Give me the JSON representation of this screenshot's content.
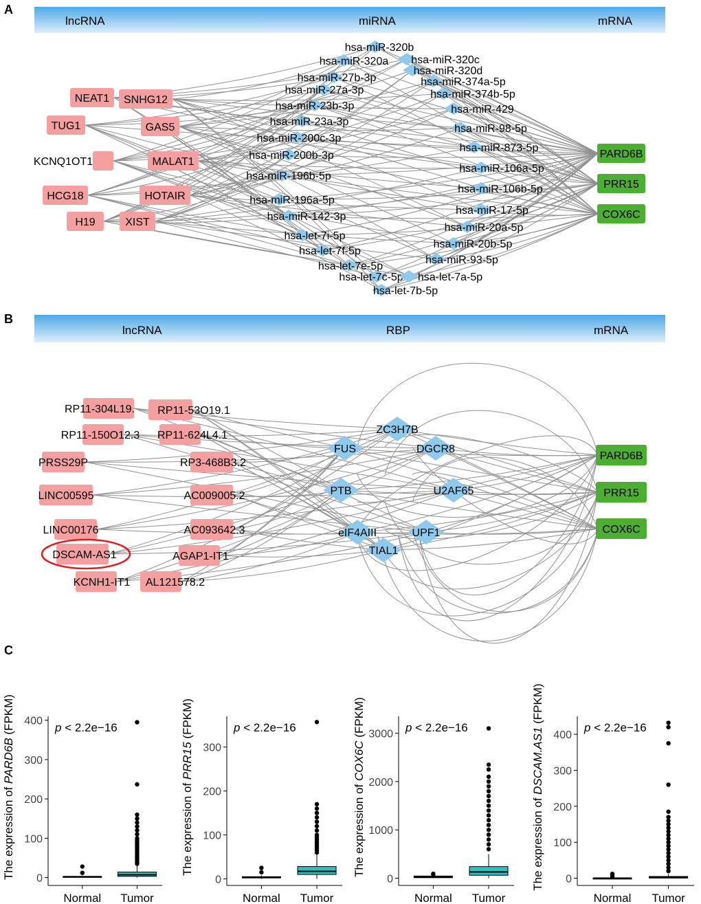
{
  "panel_a": {
    "letter": "A",
    "header": {
      "left": "lncRNA",
      "center": "miRNA",
      "right": "mRNA"
    },
    "lncrna": [
      "NEAT1",
      "SNHG12",
      "TUG1",
      "GAS5",
      "KCNQ1OT1",
      "MALAT1",
      "HCG18",
      "HOTAIR",
      "H19",
      "XIST"
    ],
    "mirna": [
      "hsa-miR-320b",
      "hsa-miR-320a",
      "hsa-miR-320c",
      "hsa-miR-320d",
      "hsa-miR-27b-3p",
      "hsa-miR-374a-5p",
      "hsa-miR-27a-3p",
      "hsa-miR-374b-5p",
      "hsa-miR-23b-3p",
      "hsa-miR-429",
      "hsa-miR-23a-3p",
      "hsa-miR-98-5p",
      "hsa-miR-200c-3p",
      "hsa-miR-200b-3p",
      "hsa-miR-873-5p",
      "hsa-miR-106a-5p",
      "hsa-miR-196b-5p",
      "hsa-miR-106b-5p",
      "hsa-miR-196a-5p",
      "hsa-miR-17-5p",
      "hsa-miR-142-3p",
      "hsa-miR-20a-5p",
      "hsa-let-7i-5p",
      "hsa-miR-20b-5p",
      "hsa-let-7f-5p",
      "hsa-miR-93-5p",
      "hsa-let-7e-5p",
      "hsa-let-7c-5p",
      "hsa-let-7a-5p",
      "hsa-let-7b-5p"
    ],
    "mrna": [
      "PARD6B",
      "PRR15",
      "COX6C"
    ]
  },
  "panel_b": {
    "letter": "B",
    "header": {
      "left": "lncRNA",
      "center": "RBP",
      "right": "mRNA"
    },
    "lncrna": [
      "RP11-304L19.",
      "RP11-53O19.1",
      "RP11-150O12.3",
      "RP11-624L4.1",
      "PRSS29P",
      "RP3-468B3.2",
      "LINC00595",
      "AC009005.2",
      "LINC00176",
      "AC093642.3",
      "DSCAM-AS1",
      "AGAP1-IT1",
      "KCNH1-IT1",
      "AL121578.2"
    ],
    "rbp": [
      "ZC3H7B",
      "FUS",
      "DGCR8",
      "PTB",
      "U2AF65",
      "eIF4AIII",
      "UPF1",
      "TIAL1"
    ],
    "mrna": [
      "PARD6B",
      "PRR15",
      "COX6C"
    ]
  },
  "panel_c": {
    "letter": "C",
    "category_labels": [
      "Normal",
      "Tumor"
    ],
    "chart_data": [
      {
        "type": "box",
        "gene": "PARD6B",
        "ylabel_prefix": "The expression of",
        "ylabel_suffix": "(FPKM)",
        "pvalue_label": "p < 2.2e−16",
        "categories": [
          "Normal",
          "Tumor"
        ],
        "yticks": [
          0,
          100,
          200,
          300,
          400
        ],
        "ylim": [
          -20,
          410
        ],
        "boxes": [
          {
            "q1": 1,
            "median": 2,
            "q3": 3,
            "whisker_low": 0,
            "whisker_high": 5,
            "outliers": [
              28,
              12
            ]
          },
          {
            "q1": 3,
            "median": 7,
            "q3": 14,
            "whisker_low": 0,
            "whisker_high": 30,
            "outliers": [
              395,
              237,
              160,
              150,
              140,
              130,
              120,
              110,
              100,
              95,
              90,
              85,
              80,
              75,
              70,
              65,
              60,
              55,
              50,
              45,
              40,
              35
            ]
          }
        ]
      },
      {
        "type": "box",
        "gene": "PRR15",
        "ylabel_prefix": "The expression of",
        "ylabel_suffix": "(FPKM)",
        "pvalue_label": "p < 2.2e−16",
        "categories": [
          "Normal",
          "Tumor"
        ],
        "yticks": [
          0,
          100,
          200,
          300
        ],
        "ylim": [
          -15,
          370
        ],
        "boxes": [
          {
            "q1": 2,
            "median": 3,
            "q3": 5,
            "whisker_low": 0,
            "whisker_high": 8,
            "outliers": [
              25,
              15
            ]
          },
          {
            "q1": 10,
            "median": 17,
            "q3": 28,
            "whisker_low": 0,
            "whisker_high": 55,
            "outliers": [
              357,
              170,
              160,
              150,
              140,
              130,
              120,
              110,
              100,
              95,
              90,
              85,
              80,
              75,
              70,
              65,
              60
            ]
          }
        ]
      },
      {
        "type": "box",
        "gene": "COX6C",
        "ylabel_prefix": "The expression of",
        "ylabel_suffix": "(FPKM)",
        "pvalue_label": "p < 2.2e−16",
        "categories": [
          "Normal",
          "Tumor"
        ],
        "yticks": [
          0,
          1000,
          2000,
          3000
        ],
        "ylim": [
          -150,
          3350
        ],
        "boxes": [
          {
            "q1": 10,
            "median": 25,
            "q3": 45,
            "whisker_low": 0,
            "whisker_high": 70,
            "outliers": [
              90,
              80
            ]
          },
          {
            "q1": 60,
            "median": 130,
            "q3": 240,
            "whisker_low": 0,
            "whisker_high": 500,
            "outliers": [
              3100,
              2350,
              2250,
              2100,
              2000,
              1900,
              1800,
              1700,
              1600,
              1500,
              1400,
              1300,
              1200,
              1100,
              1000,
              900,
              800,
              700,
              600
            ]
          }
        ]
      },
      {
        "type": "box",
        "gene": "DSCAM.AS1",
        "ylabel_prefix": "The expression of",
        "ylabel_suffix": "(FPKM)",
        "pvalue_label": "p < 2.2e−16",
        "categories": [
          "Normal",
          "Tumor"
        ],
        "yticks": [
          0,
          100,
          200,
          300,
          400
        ],
        "ylim": [
          -20,
          450
        ],
        "boxes": [
          {
            "q1": 0,
            "median": 0.2,
            "q3": 0.5,
            "whisker_low": 0,
            "whisker_high": 1,
            "outliers": [
              12,
              8,
              5
            ]
          },
          {
            "q1": 0.5,
            "median": 2,
            "q3": 5,
            "whisker_low": 0,
            "whisker_high": 12,
            "outliers": [
              432,
              420,
              375,
              260,
              185,
              170,
              160,
              150,
              140,
              130,
              120,
              110,
              100,
              90,
              80,
              70,
              60,
              50,
              40,
              30,
              20
            ]
          }
        ]
      }
    ]
  },
  "colors": {
    "lncrna": "#f4a0a0",
    "mirna": "#8fc9ec",
    "mrna": "#4caf34",
    "edge": "#909090",
    "box": "#2ebfbf",
    "highlight": "#d92020"
  }
}
